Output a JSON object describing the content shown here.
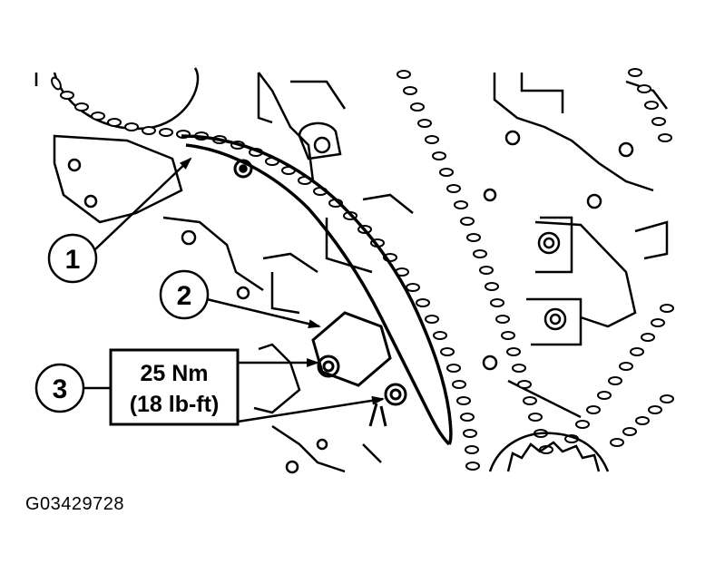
{
  "callouts": [
    {
      "number": "1"
    },
    {
      "number": "2"
    },
    {
      "number": "3"
    }
  ],
  "torque_spec": {
    "metric": "25 Nm",
    "imperial": "(18 lb-ft)"
  },
  "figure_id": "G03429728"
}
